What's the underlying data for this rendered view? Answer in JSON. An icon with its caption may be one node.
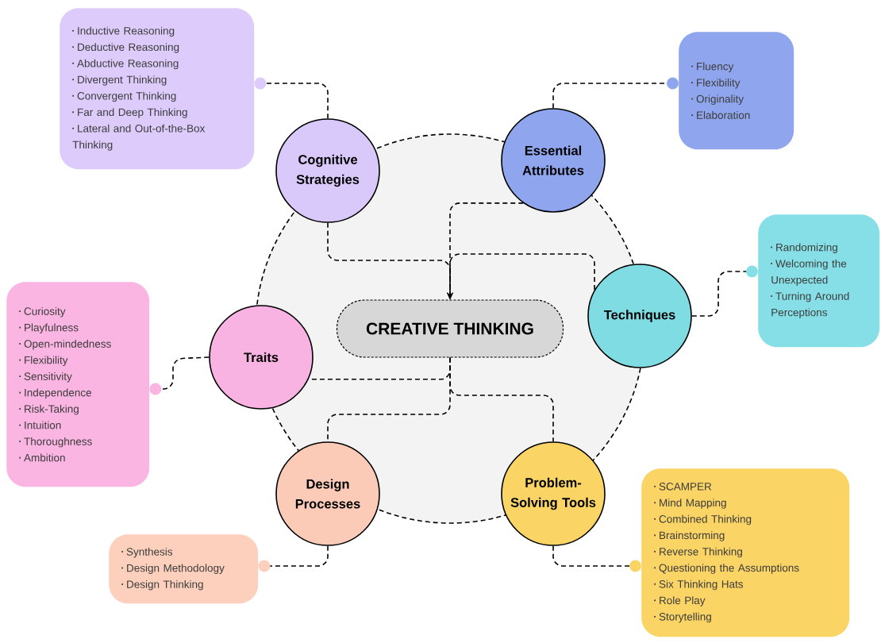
{
  "diagram": {
    "nodes": [
      {
        "text": [
          "CREATIVE THINKING"
        ]
      },
      {
        "text": [
          "Cognitive Strategies"
        ]
      },
      {
        "text": [
          "Essential Attributes"
        ]
      },
      {
        "text": [
          "Techniques"
        ]
      },
      {
        "text": [
          "Traits"
        ]
      },
      {
        "text": [
          "Design Processes"
        ]
      },
      {
        "text": [
          "Problem-Solving Tools"
        ]
      },
      {
        "text": [
          "Inductive Reasoning",
          "Deductive Reasoning",
          "Abductive Reasoning",
          "Divergent Thinking",
          "Convergent Thinking",
          "Far and Deep Thinking",
          "Lateral and Out-of-the-Box Thinking"
        ]
      },
      {
        "text": [
          "Fluency",
          "Flexibility",
          "Originality",
          "Elaboration"
        ]
      },
      {
        "text": [
          "Randomizing",
          "Welcoming the Unexpected",
          "Turning Around Perceptions"
        ]
      },
      {
        "text": [
          "Curiosity",
          "Playfulness",
          "Open-mindedness",
          "Flexibility",
          "Sensitivity",
          "Independence",
          "Risk-Taking",
          "Intuition",
          "Thoroughness",
          "Ambition"
        ]
      },
      {
        "text": [
          "Synthesis",
          "Design Methodology",
          "Design Thinking"
        ]
      },
      {
        "text": [
          "SCAMPER",
          "Mind Mapping",
          "Combined Thinking",
          "Brainstorming",
          "Reverse Thinking",
          "Questioning the Assumptions",
          "Six Thinking Hats",
          "Role Play",
          "Storytelling"
        ]
      }
    ],
    "edges": [
      {
        "from": 1,
        "to": 0,
        "arrow": "to"
      },
      {
        "from": 2,
        "to": 0,
        "arrow": "to"
      },
      {
        "from": 3,
        "to": 0,
        "arrow": "to"
      },
      {
        "from": 0,
        "to": 4,
        "arrow": "none"
      },
      {
        "from": 0,
        "to": 5,
        "arrow": "none"
      },
      {
        "from": 0,
        "to": 6,
        "arrow": "none"
      },
      {
        "from": 1,
        "to": 7,
        "arrow": "other"
      },
      {
        "from": 2,
        "to": 8,
        "arrow": "other"
      },
      {
        "from": 3,
        "to": 9,
        "arrow": "other"
      },
      {
        "from": 4,
        "to": 10,
        "arrow": "other"
      },
      {
        "from": 5,
        "to": 11,
        "arrow": "other"
      },
      {
        "from": 6,
        "to": 12,
        "arrow": "other"
      }
    ]
  }
}
